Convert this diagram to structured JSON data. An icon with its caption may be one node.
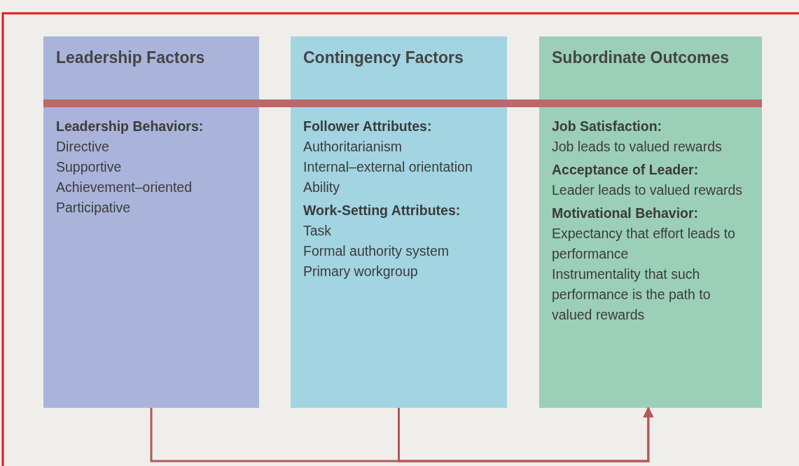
{
  "diagram": {
    "nodes": [
      {
        "text": [
          "Leadership Factors",
          "Leadership Behaviors:",
          "Directive",
          "Supportive",
          "Achievement–oriented",
          "Participative"
        ]
      },
      {
        "text": [
          "Contingency Factors",
          "Follower Attributes:",
          "Authoritarianism",
          "Internal–external orientation",
          "Ability",
          "Work-Setting Attributes:",
          "Task",
          "Formal authority system",
          "Primary workgroup"
        ]
      },
      {
        "text": [
          "Subordinate Outcomes",
          "Job Satisfaction:",
          "Job leads to valued rewards",
          "Acceptance of Leader:",
          "Leader leads to valued rewards",
          "Motivational Behavior:",
          "Expectancy that effort leads to performance",
          "Instrumentality that such performance is the path to valued rewards"
        ]
      }
    ],
    "edges": [
      {
        "from": 0,
        "to": 2,
        "arrow": "to"
      },
      {
        "from": 1,
        "to": 2,
        "arrow": "to"
      }
    ]
  }
}
